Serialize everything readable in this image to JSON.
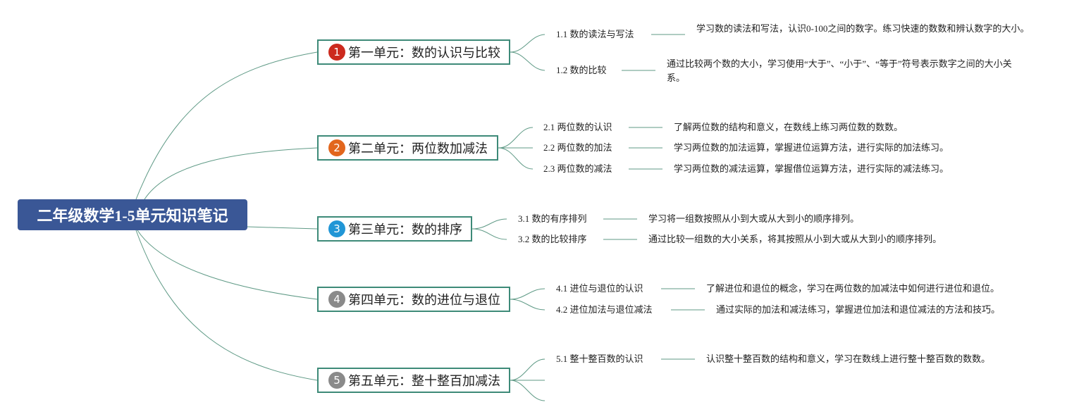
{
  "root": {
    "title": "二年级数学1-5单元知识笔记",
    "color": "#3a5796"
  },
  "units": [
    {
      "number": "1",
      "badge_color": "#cc2a1e",
      "title": "第一单元：数的认识与比较",
      "topics": [
        {
          "label": "1.1 数的读法与写法",
          "desc": "学习数的读法和写法，认识0-100之间的数字。练习快速的数数和辨认数字的大小。"
        },
        {
          "label": "1.2 数的比较",
          "desc": "通过比较两个数的大小，学习使用“大于”、“小于”、“等于”符号表示数字之间的大小关系。"
        }
      ]
    },
    {
      "number": "2",
      "badge_color": "#e2661d",
      "title": "第二单元：两位数加减法",
      "topics": [
        {
          "label": "2.1 两位数的认识",
          "desc": "了解两位数的结构和意义，在数线上练习两位数的数数。"
        },
        {
          "label": "2.2 两位数的加法",
          "desc": "学习两位数的加法运算，掌握进位运算方法，进行实际的加法练习。"
        },
        {
          "label": "2.3 两位数的减法",
          "desc": "学习两位数的减法运算，掌握借位运算方法，进行实际的减法练习。"
        }
      ]
    },
    {
      "number": "3",
      "badge_color": "#2196d6",
      "title": "第三单元：数的排序",
      "topics": [
        {
          "label": "3.1 数的有序排列",
          "desc": "学习将一组数按照从小到大或从大到小的顺序排列。"
        },
        {
          "label": "3.2 数的比较排序",
          "desc": "通过比较一组数的大小关系，将其按照从小到大或从大到小的顺序排列。"
        }
      ]
    },
    {
      "number": "4",
      "badge_color": "#8a8a8a",
      "title": "第四单元：数的进位与退位",
      "topics": [
        {
          "label": "4.1 进位与退位的认识",
          "desc": "了解进位和退位的概念，学习在两位数的加减法中如何进行进位和退位。"
        },
        {
          "label": "4.2 进位加法与退位减法",
          "desc": "通过实际的加法和减法练习，掌握进位加法和退位减法的方法和技巧。"
        }
      ]
    },
    {
      "number": "5",
      "badge_color": "#8a8a8a",
      "title": "第五单元：整十整百加减法",
      "topics": [
        {
          "label": "5.1 整十整百数的认识",
          "desc": "认识整十整百数的结构和意义，学习在数线上进行整十整百数的数数。"
        }
      ]
    }
  ],
  "line_color": "#5f9a86"
}
